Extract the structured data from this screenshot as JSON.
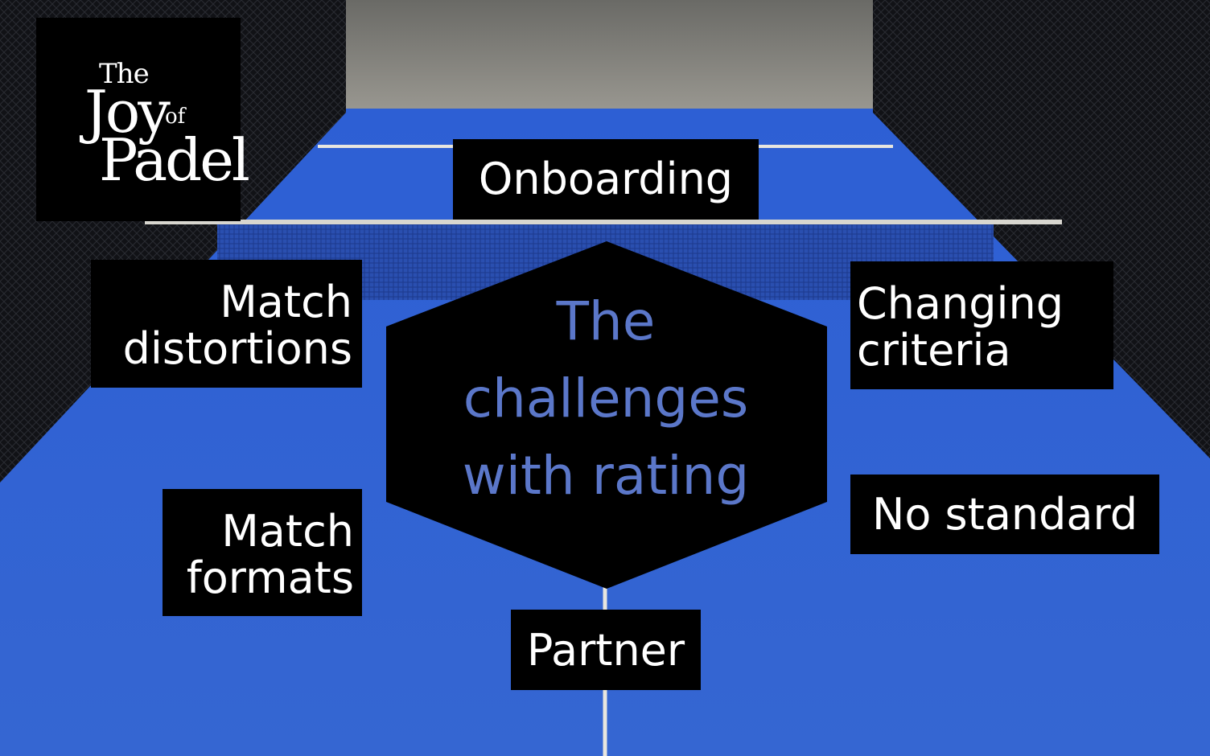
{
  "logo": {
    "line_the": "The",
    "line_joy": "Joy",
    "line_of": "of",
    "line_padel": "Padel"
  },
  "center": {
    "lines": [
      "The",
      "challenges",
      "with rating"
    ],
    "color": "#5b77c9"
  },
  "nodes": {
    "onboarding": {
      "lines": [
        "Onboarding"
      ]
    },
    "match_distortions": {
      "lines": [
        "Match",
        "distortions"
      ]
    },
    "changing_criteria": {
      "lines": [
        "Changing",
        "criteria"
      ]
    },
    "no_standard": {
      "lines": [
        "No standard"
      ]
    },
    "match_formats": {
      "lines": [
        "Match",
        "formats"
      ]
    },
    "partner": {
      "lines": [
        "Partner"
      ]
    }
  },
  "colors": {
    "court_blue": "#2f5fd0",
    "label_bg": "#000000",
    "label_text": "#ffffff"
  }
}
